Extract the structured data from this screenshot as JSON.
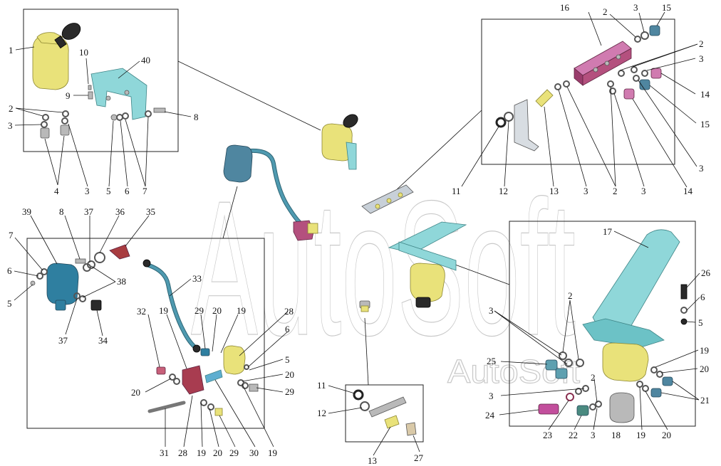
{
  "watermark": {
    "large": "AutoSoft",
    "small": "AutoSoft"
  },
  "callouts": {
    "a1": "1",
    "a10": "10",
    "a40": "40",
    "a9": "9",
    "a2": "2",
    "a3": "3",
    "a8": "8",
    "a4": "4",
    "a3b": "3",
    "a5": "5",
    "a6": "6",
    "a7": "7",
    "b16": "16",
    "b2": "2",
    "b3": "3",
    "b15": "15",
    "b2b": "2",
    "b3b": "3",
    "b14": "14",
    "b15b": "15",
    "b3c": "3",
    "b14b": "14",
    "b11": "11",
    "b12": "12",
    "b13": "13",
    "b3d": "3",
    "b2c": "2",
    "b3e": "3",
    "c39": "39",
    "c8": "8",
    "c37": "37",
    "c36": "36",
    "c35": "35",
    "c7": "7",
    "c6": "6",
    "c38": "38",
    "c5": "5",
    "c37b": "37",
    "c34": "34",
    "c33": "33",
    "c32": "32",
    "c19": "19",
    "c29": "29",
    "c20": "20",
    "c19b": "19",
    "c28": "28",
    "c6b": "6",
    "c5b": "5",
    "c20b": "20",
    "c29b": "29",
    "c20c": "20",
    "c31": "31",
    "c28b": "28",
    "c19c": "19",
    "c20d": "20",
    "c29c": "29",
    "c30": "30",
    "c19d": "19",
    "d11": "11",
    "d12": "12",
    "d13": "13",
    "d27": "27",
    "e17": "17",
    "e26": "26",
    "e6": "6",
    "e5": "5",
    "e3": "3",
    "e2": "2",
    "e19": "19",
    "e25": "25",
    "e20": "20",
    "e21": "21",
    "e3b": "3",
    "e2b": "2",
    "e24": "24",
    "e23": "23",
    "e22": "22",
    "e3c": "3",
    "e18": "18",
    "e19b": "19",
    "e20b": "20"
  }
}
